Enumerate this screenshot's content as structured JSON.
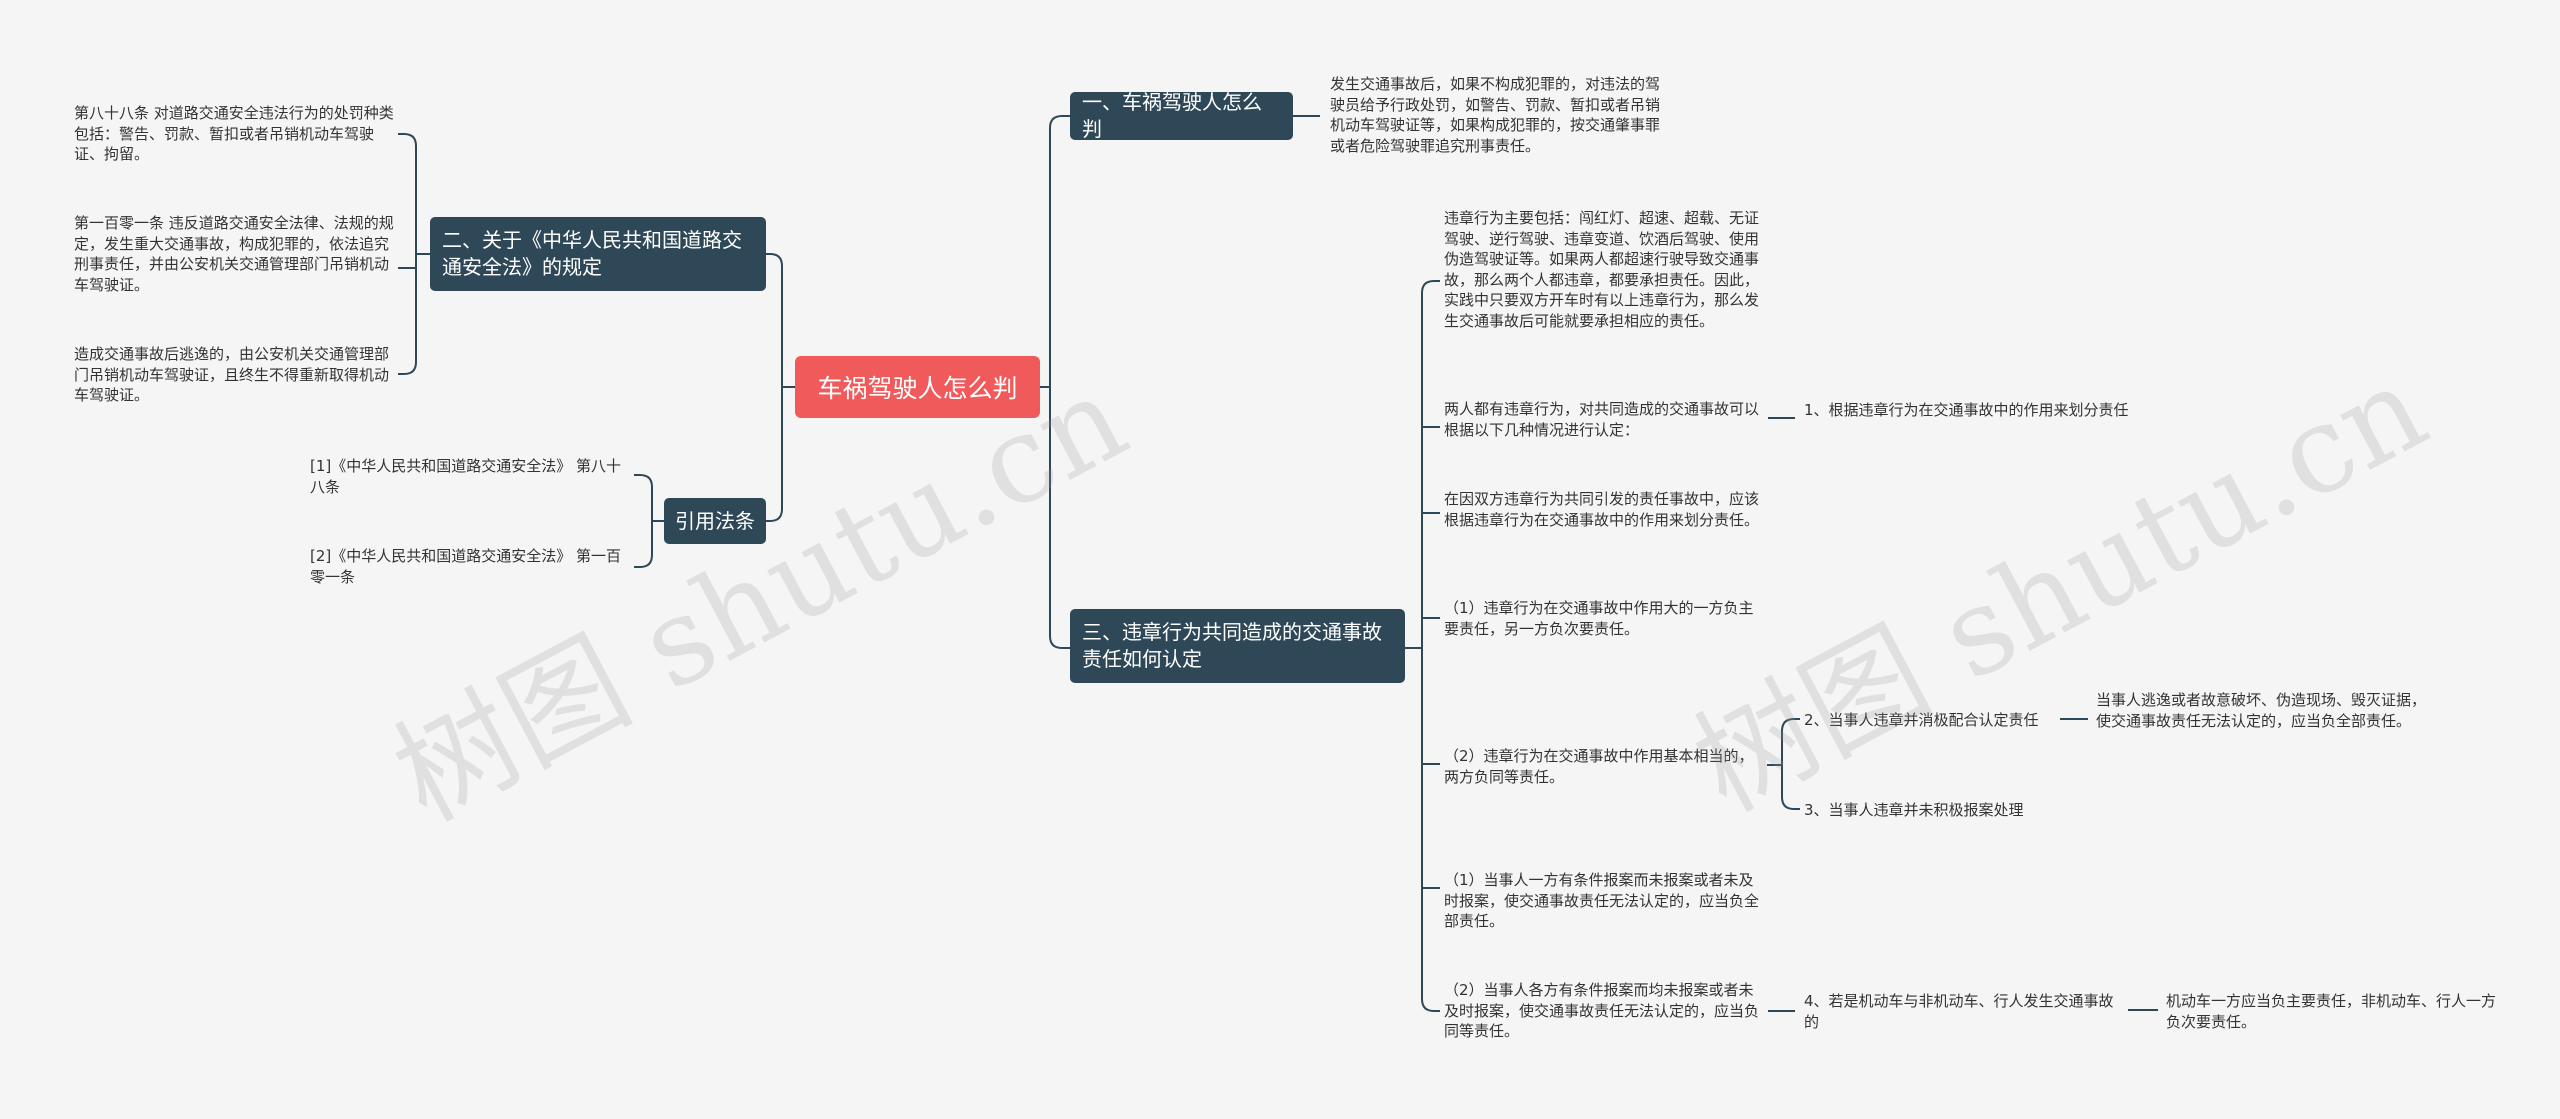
{
  "root": "车祸驾驶人怎么判",
  "watermark": "树图 shutu.cn",
  "branches": {
    "b1": "一、车祸驾驶人怎么判",
    "b2": "二、关于《中华人民共和国道路交通安全法》的规定",
    "b3": "三、违章行为共同造成的交通事故责任如何认定",
    "b4": "引用法条"
  },
  "leaves": {
    "l_b1": "发生交通事故后，如果不构成犯罪的，对违法的驾驶员给予行政处罚，如警告、罚款、暂扣或者吊销机动车驾驶证等，如果构成犯罪的，按交通肇事罪或者危险驾驶罪追究刑事责任。",
    "l_b2_1": "第八十八条 对道路交通安全违法行为的处罚种类包括：警告、罚款、暂扣或者吊销机动车驾驶证、拘留。",
    "l_b2_2": "第一百零一条 违反道路交通安全法律、法规的规定，发生重大交通事故，构成犯罪的，依法追究刑事责任，并由公安机关交通管理部门吊销机动车驾驶证。",
    "l_b2_3": "造成交通事故后逃逸的，由公安机关交通管理部门吊销机动车驾驶证，且终生不得重新取得机动车驾驶证。",
    "l_b4_1": "[1]《中华人民共和国道路交通安全法》 第八十八条",
    "l_b4_2": "[2]《中华人民共和国道路交通安全法》 第一百零一条",
    "l_b3_1": "违章行为主要包括：闯红灯、超速、超载、无证驾驶、逆行驾驶、违章变道、饮酒后驾驶、使用伪造驾驶证等。如果两人都超速行驶导致交通事故，那么两个人都违章，都要承担责任。因此，实践中只要双方开车时有以上违章行为，那么发生交通事故后可能就要承担相应的责任。",
    "l_b3_2": "两人都有违章行为，对共同造成的交通事故可以根据以下几种情况进行认定：",
    "l_b3_2_1": "1、根据违章行为在交通事故中的作用来划分责任",
    "l_b3_3": "在因双方违章行为共同引发的责任事故中，应该根据违章行为在交通事故中的作用来划分责任。",
    "l_b3_4": "（1）违章行为在交通事故中作用大的一方负主要责任，另一方负次要责任。",
    "l_b3_5": "（2）违章行为在交通事故中作用基本相当的，两方负同等责任。",
    "l_b3_5_1": "2、当事人违章并消极配合认定责任",
    "l_b3_5_1_1": "当事人逃逸或者故意破坏、伪造现场、毁灭证据，使交通事故责任无法认定的，应当负全部责任。",
    "l_b3_5_2": "3、当事人违章并未积极报案处理",
    "l_b3_6": "（1）当事人一方有条件报案而未报案或者未及时报案，使交通事故责任无法认定的，应当负全部责任。",
    "l_b3_7": "（2）当事人各方有条件报案而均未报案或者未及时报案，使交通事故责任无法认定的，应当负同等责任。",
    "l_b3_7_1": "4、若是机动车与非机动车、行人发生交通事故的",
    "l_b3_7_1_1": "机动车一方应当负主要责任，非机动车、行人一方负次要责任。"
  }
}
